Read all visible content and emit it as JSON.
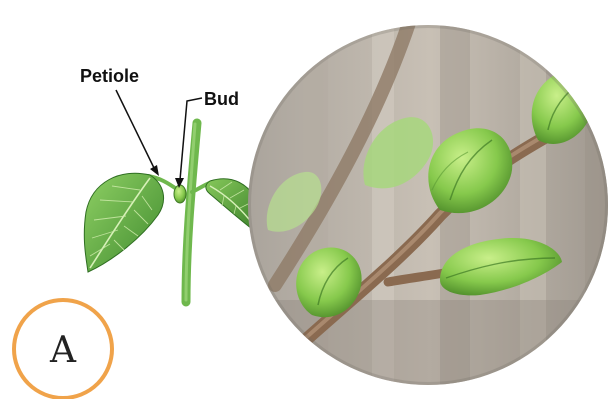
{
  "labels": {
    "petiole": "Petiole",
    "bud": "Bud"
  },
  "panel": {
    "letter": "A"
  },
  "colors": {
    "leaf_dark": "#3f8a2e",
    "leaf_light": "#7cc55a",
    "stem": "#6fb84d",
    "ring": "#f0a34a",
    "bark": "#8a6a50",
    "photo_bg": "#b8b0a6"
  }
}
